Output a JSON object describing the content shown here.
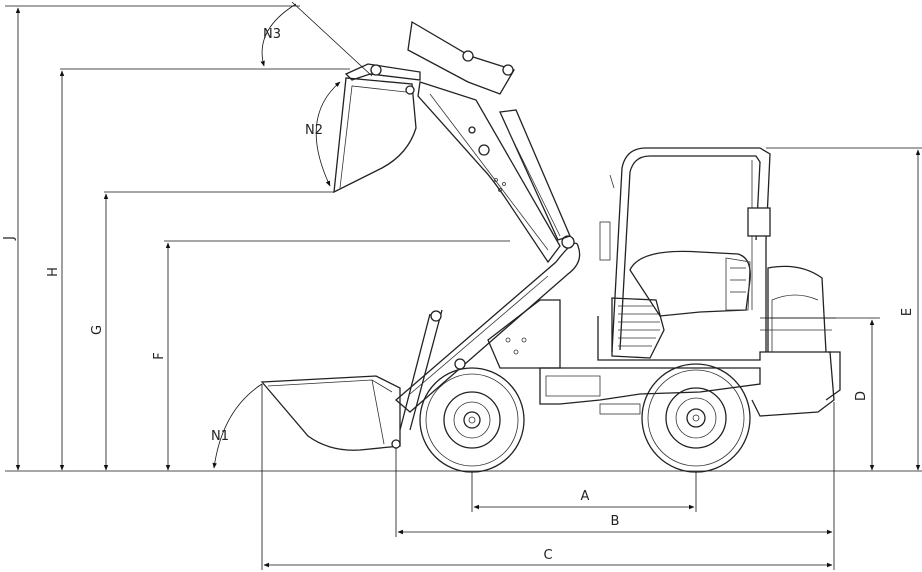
{
  "dimension_labels": {
    "A": "A",
    "B": "B",
    "C": "C",
    "D": "D",
    "E": "E",
    "F": "F",
    "G": "G",
    "H": "H",
    "J": "J",
    "N1": "N1",
    "N2": "N2",
    "N3": "N3"
  }
}
